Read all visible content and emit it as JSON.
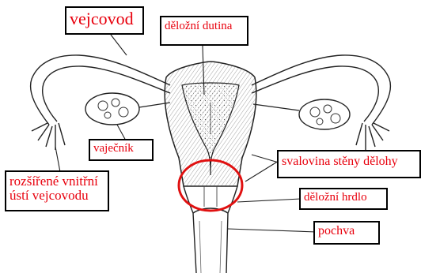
{
  "labels": {
    "vejcovod": "vejcovod",
    "delozni_dutina": "děložní dutina",
    "vajecnik": "vaječník",
    "rozsirene_line1": "rozšířené vnitřní",
    "rozsirene_line2": "ústí vejcovodu",
    "svalovina": "svalovina stěny dělohy",
    "delozni_hrdlo": "děložní hrdlo",
    "pochva": "pochva"
  },
  "colors": {
    "label_text": "#e8000d",
    "label_border": "#000000",
    "highlight_circle": "#e01010",
    "line_art": "#222222"
  }
}
